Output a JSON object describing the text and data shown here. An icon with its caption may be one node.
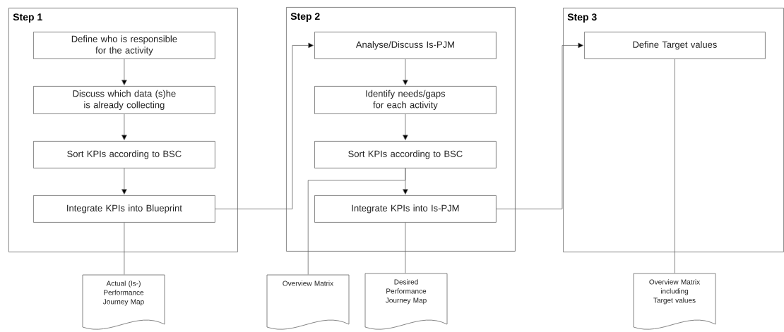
{
  "diagram": {
    "nodes": [
      {
        "text": [
          "Step 1"
        ]
      },
      {
        "text": [
          "Define who is responsible for the activity"
        ],
        "in": 0
      },
      {
        "text": [
          "Discuss which data (s)he is already collecting"
        ],
        "in": 0
      },
      {
        "text": [
          "Sort KPIs according to BSC"
        ],
        "in": 0
      },
      {
        "text": [
          "Integrate KPIs into Blueprint"
        ],
        "in": 0
      },
      {
        "text": [
          "Step 2"
        ]
      },
      {
        "text": [
          "Analyse/Discuss Is-PJM"
        ],
        "in": 5
      },
      {
        "text": [
          "Identify needs/gaps for each activity"
        ],
        "in": 5
      },
      {
        "text": [
          "Sort KPIs according to BSC"
        ],
        "in": 5
      },
      {
        "text": [
          "Integrate KPIs into Is-PJM"
        ],
        "in": 5
      },
      {
        "text": [
          "Step 3"
        ]
      },
      {
        "text": [
          "Define Target values"
        ],
        "in": 10
      },
      {
        "text": [
          "Actual (Is-) Performance Journey Map"
        ]
      },
      {
        "text": [
          "Overview Matrix"
        ]
      },
      {
        "text": [
          "Desired Performance Journey Map"
        ]
      },
      {
        "text": [
          "Overview Matrix including Target values"
        ]
      }
    ],
    "edges": [
      {
        "from": 1,
        "to": 2,
        "arrow": "to"
      },
      {
        "from": 2,
        "to": 3,
        "arrow": "to"
      },
      {
        "from": 3,
        "to": 4,
        "arrow": "to"
      },
      {
        "from": 4,
        "to": 6,
        "arrow": "to"
      },
      {
        "from": 4,
        "to": 12,
        "arrow": "none"
      },
      {
        "from": 6,
        "to": 7,
        "arrow": "to"
      },
      {
        "from": 7,
        "to": 8,
        "arrow": "to"
      },
      {
        "from": 8,
        "to": 9,
        "arrow": "to"
      },
      {
        "from": 8,
        "to": 13,
        "arrow": "none"
      },
      {
        "from": 9,
        "to": 14,
        "arrow": "none"
      },
      {
        "from": 9,
        "to": 11,
        "arrow": "to"
      },
      {
        "from": 11,
        "to": 15,
        "arrow": "none"
      }
    ]
  }
}
